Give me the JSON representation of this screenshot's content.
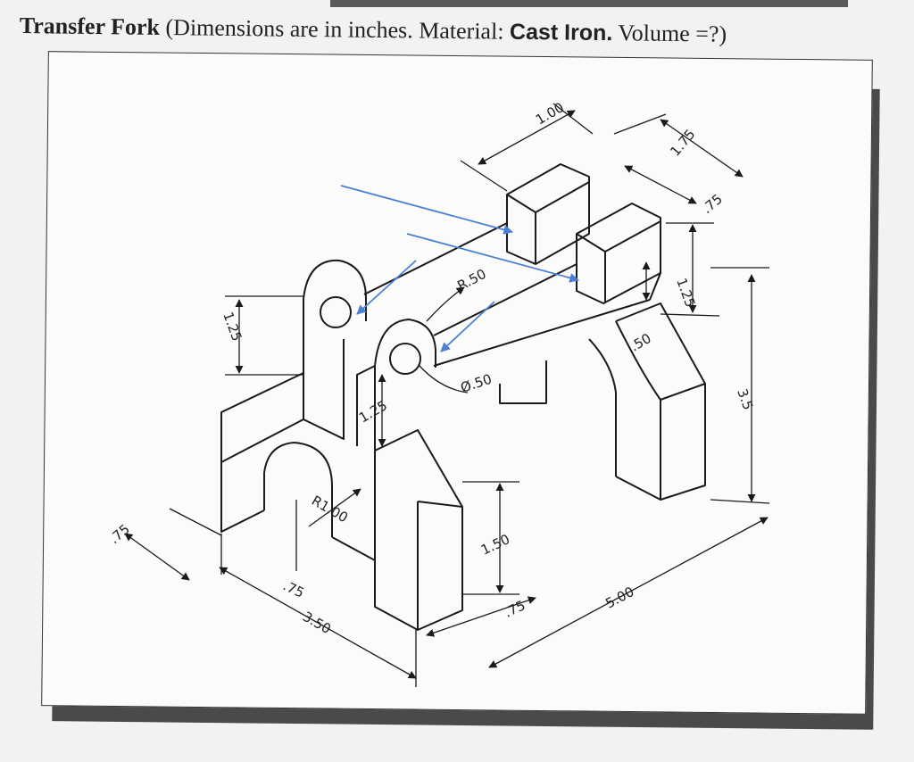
{
  "title": {
    "part_name": "Transfer Fork",
    "paren_open": "(Dimensions are in inches. Material: ",
    "material": "Cast Iron.",
    "paren_close": " Volume =?)"
  },
  "dimensions": {
    "d_1_00_top": "1.00",
    "d_1_75": "1.75",
    "d_75_top": ".75",
    "d_1_25_right": "1.25",
    "d_3_5": "3.5",
    "d_50_right": ".50",
    "d_r50": "R.50",
    "d_dia50": "Ø.50",
    "d_1_25_left": "1.25",
    "d_1_25_mid": "1.25",
    "d_r1_00": "R1.00",
    "d_1_50": "1.50",
    "d_75_left": ".75",
    "d_75_bottom": ".75",
    "d_3_50": "3.50",
    "d_75_mid": ".75",
    "d_5_00": "5.00"
  },
  "colors": {
    "arrow": "#4a7fd4",
    "line": "#1a1a1a"
  }
}
